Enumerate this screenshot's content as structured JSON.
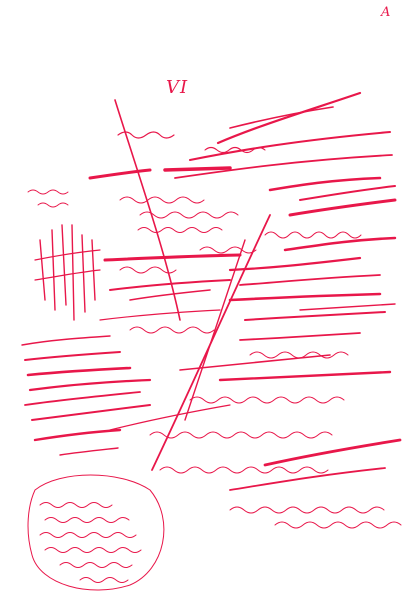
{
  "document": {
    "type": "manuscript-page",
    "folio": "A",
    "chapter_number": "VI",
    "ink_color": "#e8174a",
    "background_color": "#ffffff"
  }
}
